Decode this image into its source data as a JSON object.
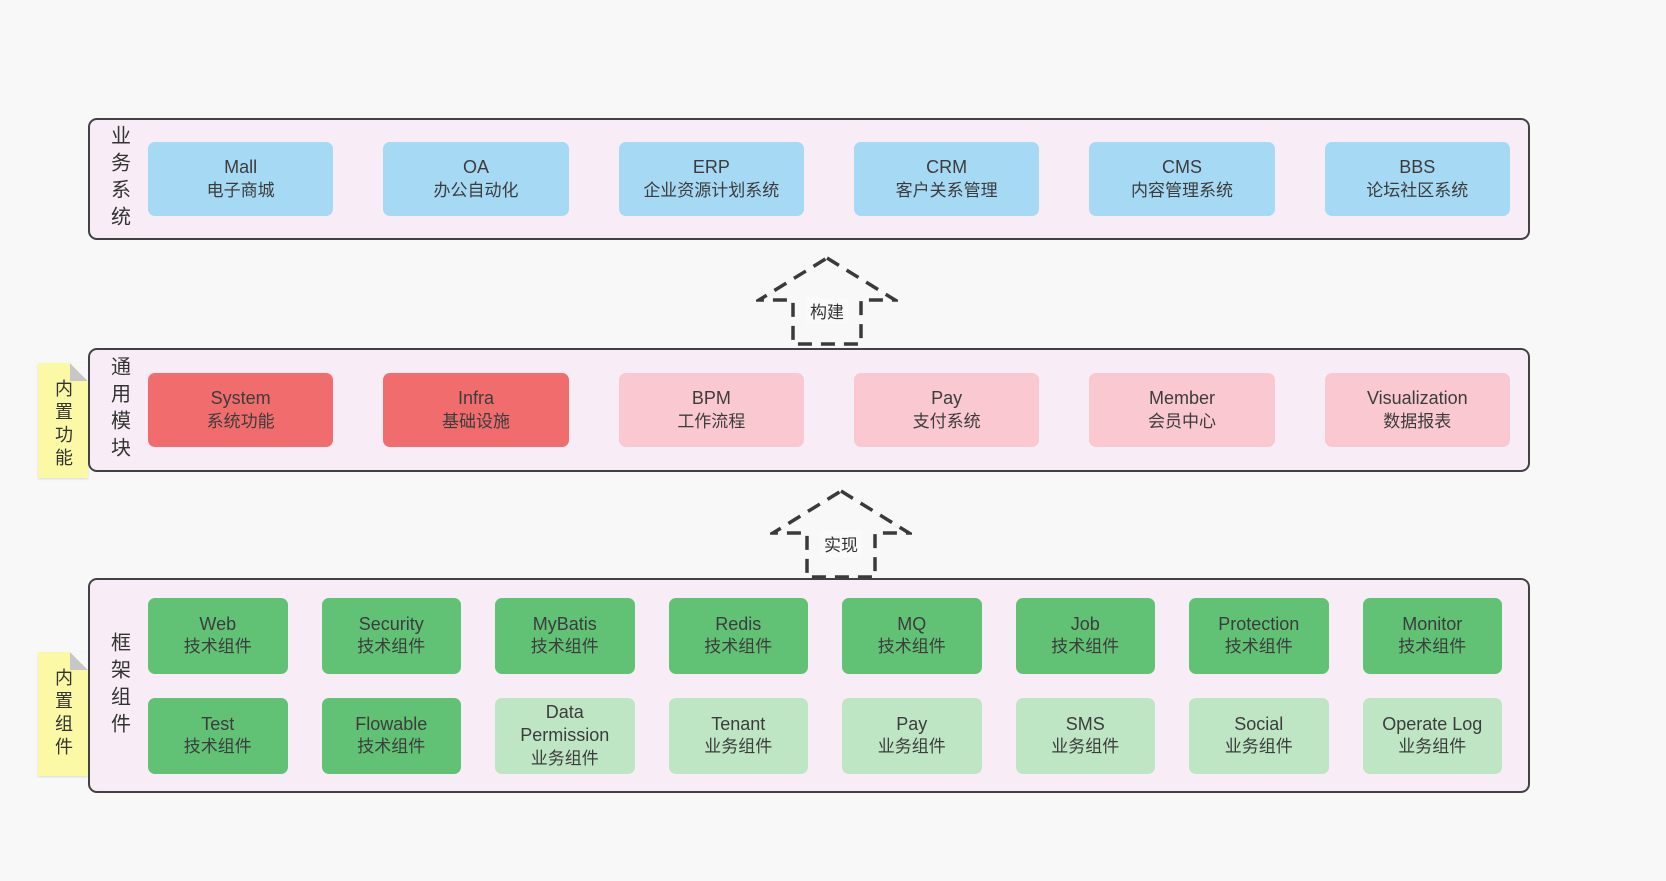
{
  "colors": {
    "page_bg": "#f8f8f8",
    "layer_bg": "#f8edf6",
    "layer_border": "#424242",
    "blue_box": "#a6d9f4",
    "red_box": "#f16d6d",
    "pink_box": "#f9c8d0",
    "green_box": "#61c276",
    "green_light_box": "#bee6c4",
    "note_bg": "#fbf9a6"
  },
  "arrows": [
    {
      "label": "构建"
    },
    {
      "label": "实现"
    }
  ],
  "layers": [
    {
      "label": "业务系统",
      "boxes": [
        {
          "name": "Mall",
          "subtitle": "电子商城",
          "variant": "blue"
        },
        {
          "name": "OA",
          "subtitle": "办公自动化",
          "variant": "blue"
        },
        {
          "name": "ERP",
          "subtitle": "企业资源计划系统",
          "variant": "blue"
        },
        {
          "name": "CRM",
          "subtitle": "客户关系管理",
          "variant": "blue"
        },
        {
          "name": "CMS",
          "subtitle": "内容管理系统",
          "variant": "blue"
        },
        {
          "name": "BBS",
          "subtitle": "论坛社区系统",
          "variant": "blue"
        }
      ]
    },
    {
      "label": "通用模块",
      "note": "内置功能",
      "boxes": [
        {
          "name": "System",
          "subtitle": "系统功能",
          "variant": "red"
        },
        {
          "name": "Infra",
          "subtitle": "基础设施",
          "variant": "red"
        },
        {
          "name": "BPM",
          "subtitle": "工作流程",
          "variant": "pink"
        },
        {
          "name": "Pay",
          "subtitle": "支付系统",
          "variant": "pink"
        },
        {
          "name": "Member",
          "subtitle": "会员中心",
          "variant": "pink"
        },
        {
          "name": "Visualization",
          "subtitle": "数据报表",
          "variant": "pink"
        }
      ]
    },
    {
      "label": "框架组件",
      "note": "内置组件",
      "rows": [
        [
          {
            "name": "Web",
            "subtitle": "技术组件",
            "variant": "green"
          },
          {
            "name": "Security",
            "subtitle": "技术组件",
            "variant": "green"
          },
          {
            "name": "MyBatis",
            "subtitle": "技术组件",
            "variant": "green"
          },
          {
            "name": "Redis",
            "subtitle": "技术组件",
            "variant": "green"
          },
          {
            "name": "MQ",
            "subtitle": "技术组件",
            "variant": "green"
          },
          {
            "name": "Job",
            "subtitle": "技术组件",
            "variant": "green"
          },
          {
            "name": "Protection",
            "subtitle": "技术组件",
            "variant": "green"
          },
          {
            "name": "Monitor",
            "subtitle": "技术组件",
            "variant": "green"
          }
        ],
        [
          {
            "name": "Test",
            "subtitle": "技术组件",
            "variant": "green"
          },
          {
            "name": "Flowable",
            "subtitle": "技术组件",
            "variant": "green"
          },
          {
            "name": "Data Permission",
            "subtitle": "业务组件",
            "variant": "green-light"
          },
          {
            "name": "Tenant",
            "subtitle": "业务组件",
            "variant": "green-light"
          },
          {
            "name": "Pay",
            "subtitle": "业务组件",
            "variant": "green-light"
          },
          {
            "name": "SMS",
            "subtitle": "业务组件",
            "variant": "green-light"
          },
          {
            "name": "Social",
            "subtitle": "业务组件",
            "variant": "green-light"
          },
          {
            "name": "Operate Log",
            "subtitle": "业务组件",
            "variant": "green-light"
          }
        ]
      ]
    }
  ]
}
